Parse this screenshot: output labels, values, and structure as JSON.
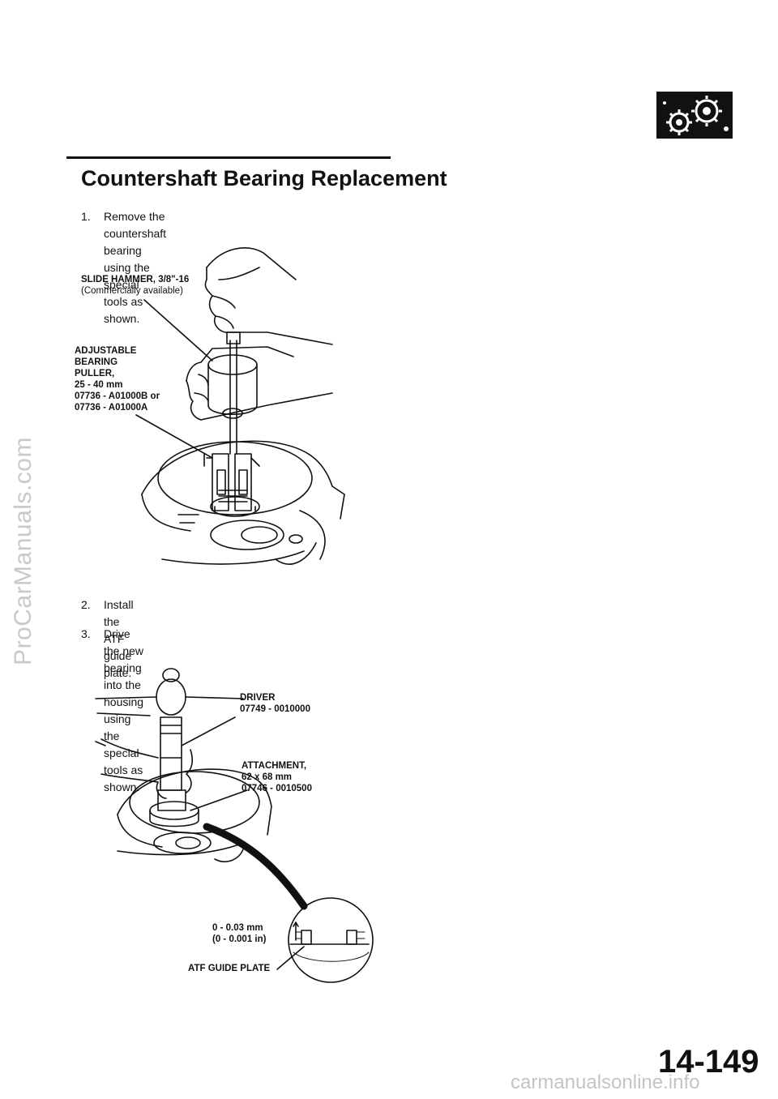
{
  "watermark": {
    "side": "ProCarManuals.com",
    "bottom": "carmanualsonline.info"
  },
  "section": {
    "title": "Countershaft Bearing Replacement"
  },
  "steps": [
    {
      "num": "1.",
      "lines": [
        "Remove the countershaft bearing using the special",
        "tools as shown."
      ]
    },
    {
      "num": "2.",
      "lines": [
        "Install the ATF guide plate."
      ]
    },
    {
      "num": "3.",
      "lines": [
        "Drive the new bearing into the housing using the",
        "special tools as shown."
      ]
    }
  ],
  "figure1": {
    "slide_hammer": [
      "SLIDE HAMMER, 3/8\"-16",
      "(Commercially available)"
    ],
    "puller": [
      "ADJUSTABLE",
      "BEARING",
      "PULLER,",
      "25 - 40 mm",
      "07736 - A01000B or",
      "07736 - A01000A"
    ]
  },
  "figure2": {
    "driver": [
      "DRIVER",
      "07749 - 0010000"
    ],
    "attachment": [
      "ATTACHMENT,",
      "62 x 68 mm",
      "07746 - 0010500"
    ],
    "clearance": [
      "0 - 0.03 mm",
      "(0 - 0.001 in)"
    ],
    "guide_plate": "ATF GUIDE PLATE"
  },
  "page_number": "14-149",
  "section_icon": "gear-icon"
}
